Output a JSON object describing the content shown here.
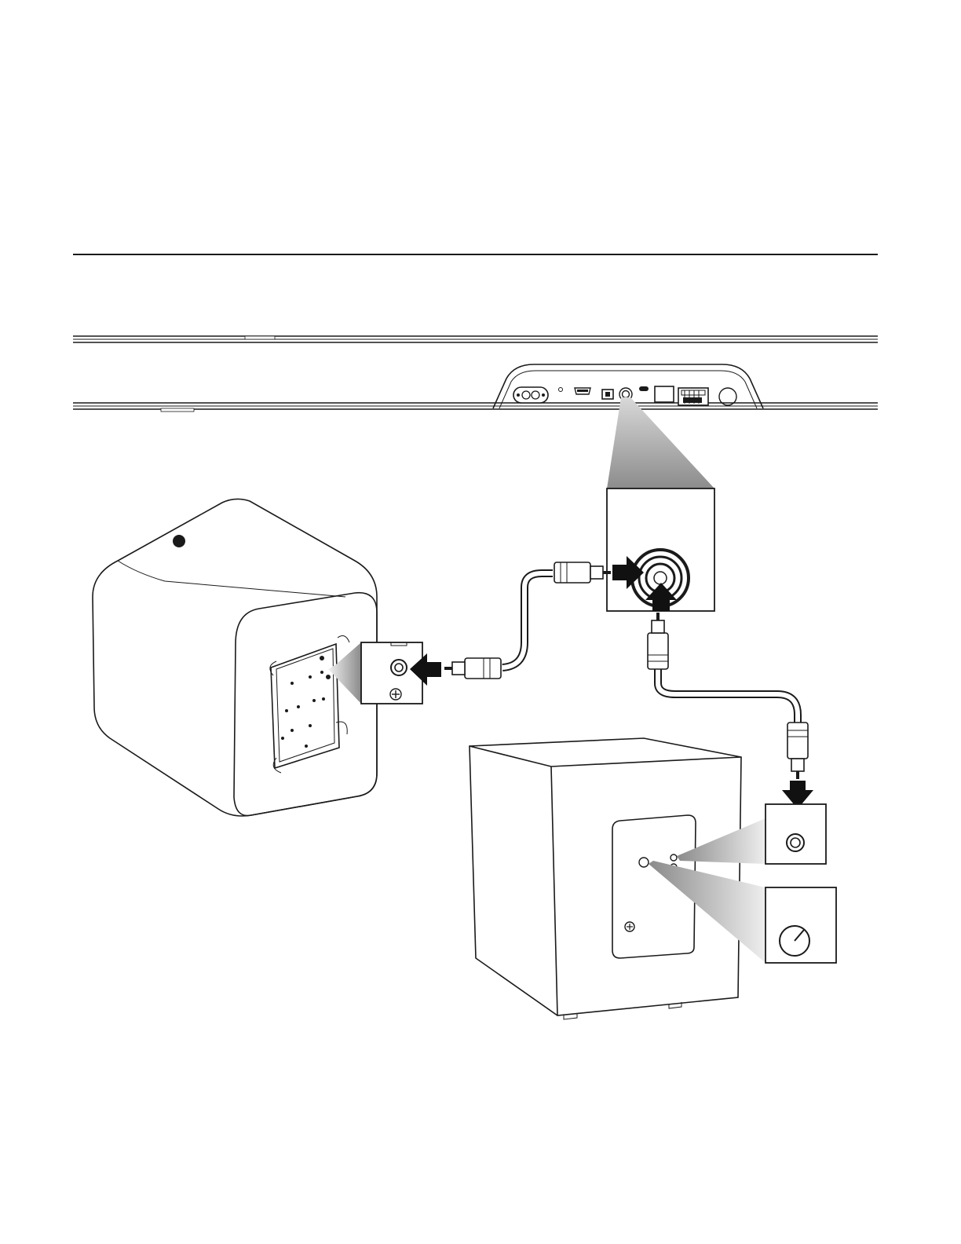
{
  "diagram": {
    "components": [
      {
        "id": "soundbar",
        "icon": "soundbar-rear-panel"
      },
      {
        "id": "wireless-subwoofer",
        "icon": "cube-subwoofer"
      },
      {
        "id": "wired-subwoofer",
        "icon": "box-subwoofer"
      },
      {
        "id": "rca-cable-a",
        "icon": "rca-cable"
      },
      {
        "id": "rca-cable-b",
        "icon": "rca-cable"
      }
    ],
    "callouts": [
      "sub-out-jack-zoom",
      "sub-in-jack-zoom",
      "line-in-jack-zoom",
      "gain-knob-zoom"
    ],
    "colors": {
      "line": "#1a1a1a",
      "arrow": "#111111",
      "background": "#ffffff"
    }
  }
}
